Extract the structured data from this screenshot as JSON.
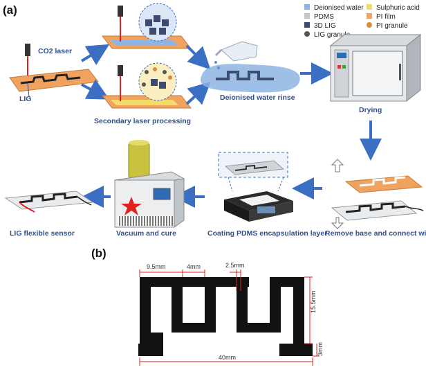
{
  "panels": {
    "a": "(a)",
    "b": "(b)"
  },
  "legend": [
    {
      "label": "Deionised water",
      "icon": "water-swatch",
      "color": "#8db4e2"
    },
    {
      "label": "PDMS",
      "icon": "pdms-swatch",
      "color": "#c7c7c7"
    },
    {
      "label": "3D LIG",
      "icon": "cube-icon",
      "color": "#3f4a70"
    },
    {
      "label": "LIG granule",
      "icon": "granule-icon",
      "color": "#555555"
    },
    {
      "label": "Sulphuric acid",
      "icon": "acid-swatch",
      "color": "#f5dc6a"
    },
    {
      "label": "PI film",
      "icon": "pi-film-swatch",
      "color": "#f0a35e"
    },
    {
      "label": "PI granule",
      "icon": "pi-granule-icon",
      "color": "#d98a3c"
    }
  ],
  "labels": {
    "co2_laser": "CO2 laser",
    "lig": "LIG",
    "secondary": "Secondary laser processing",
    "rinse": "Deionised water rinse",
    "drying": "Drying",
    "remove": "Remove base and connect wires",
    "coating": "Coating PDMS encapsulation layer",
    "vacuum": "Vacuum and cure",
    "sensor": "LIG flexible sensor"
  },
  "dimensions": {
    "d1": "9.5mm",
    "d2": "4mm",
    "d3": "2.5mm",
    "d4": "15.5mm",
    "d5": "3mm",
    "d6": "40mm"
  },
  "colors": {
    "arrow": "#3a6fc4",
    "caption": "#2f4f8f",
    "dimension_line": "#e0201e",
    "pi_film": "#f0a35e",
    "lig": "#222222"
  }
}
